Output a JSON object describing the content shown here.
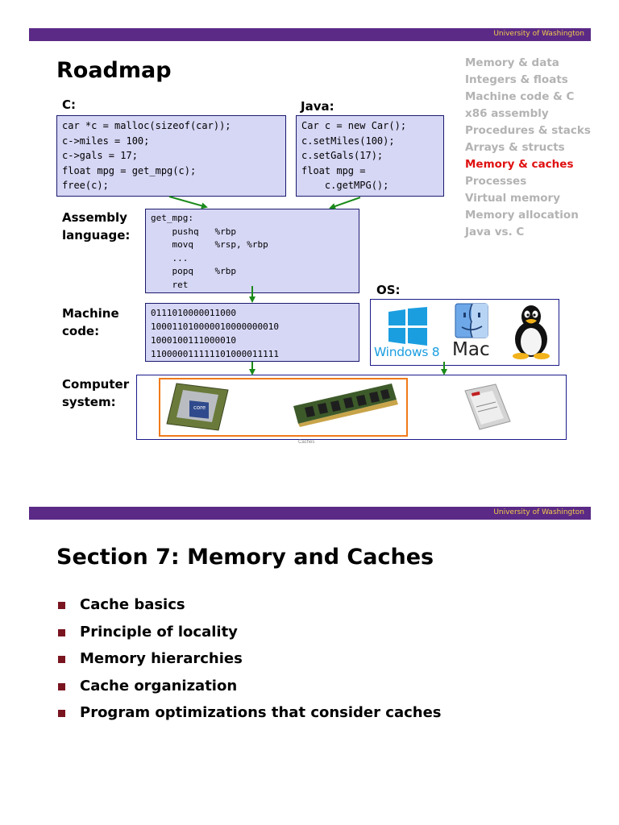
{
  "header": {
    "university": "University of Washington"
  },
  "slide1": {
    "title": "Roadmap",
    "c_label": "C:",
    "java_label": "Java:",
    "c_code": [
      "car *c = malloc(sizeof(car));",
      "c->miles = 100;",
      "c->gals = 17;",
      "float mpg = get_mpg(c);",
      "free(c);"
    ],
    "java_code": [
      "Car c = new Car();",
      "c.setMiles(100);",
      "c.setGals(17);",
      "float mpg =",
      "    c.getMPG();"
    ],
    "assembly_label": [
      "Assembly",
      "language:"
    ],
    "assembly_code": [
      "get_mpg:",
      "    pushq   %rbp",
      "    movq    %rsp, %rbp",
      "    ...",
      "    popq    %rbp",
      "    ret"
    ],
    "machine_label": [
      "Machine",
      "code:"
    ],
    "machine_code": [
      "0111010000011000",
      "100011010000010000000010",
      "1000100111000010",
      "110000011111101000011111"
    ],
    "os_label": "OS:",
    "os_logos": {
      "windows": "Windows 8",
      "mac": "Mac"
    },
    "computer_label": [
      "Computer",
      "system:"
    ],
    "caches_caption": "Caches",
    "roadmap_items": [
      {
        "label": "Memory & data",
        "active": false
      },
      {
        "label": "Integers & floats",
        "active": false
      },
      {
        "label": "Machine code & C",
        "active": false
      },
      {
        "label": "x86 assembly",
        "active": false
      },
      {
        "label": "Procedures & stacks",
        "active": false
      },
      {
        "label": "Arrays & structs",
        "active": false
      },
      {
        "label": "Memory & caches",
        "active": true
      },
      {
        "label": "Processes",
        "active": false
      },
      {
        "label": "Virtual memory",
        "active": false
      },
      {
        "label": "Memory allocation",
        "active": false
      },
      {
        "label": "Java vs. C",
        "active": false
      }
    ],
    "colors": {
      "header_bar": "#5b2a86",
      "header_text": "#f2c94c",
      "code_box": "#d6d6f5",
      "active_item": "#e01010",
      "inactive_item": "#b3b3b3",
      "arrow": "#1a8a1a",
      "orange_frame": "#f07a1a",
      "computer_frame": "#1a1a8a"
    }
  },
  "slide2": {
    "title": "Section 7: Memory and Caches",
    "bullets": [
      "Cache basics",
      "Principle of locality",
      "Memory hierarchies",
      "Cache organization",
      "Program optimizations that consider caches"
    ],
    "bullet_color": "#7a1520"
  }
}
